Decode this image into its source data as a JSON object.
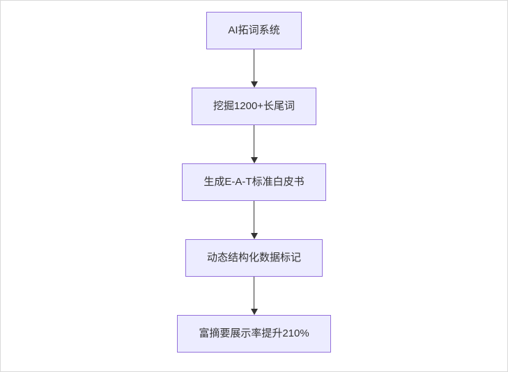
{
  "diagram": {
    "type": "flowchart",
    "direction": "top-down",
    "nodes": [
      {
        "label": "AI拓词系统"
      },
      {
        "label": "挖掘1200+长尾词"
      },
      {
        "label": "生成E-A-T标准白皮书"
      },
      {
        "label": "动态结构化数据标记"
      },
      {
        "label": "富摘要展示率提升210%"
      }
    ],
    "edges": [
      {
        "from": 0,
        "to": 1
      },
      {
        "from": 1,
        "to": 2
      },
      {
        "from": 2,
        "to": 3
      },
      {
        "from": 3,
        "to": 4
      }
    ],
    "colors": {
      "node_fill": "#ECECFF",
      "node_border": "#9370DB",
      "arrow": "#333333",
      "text": "#333333",
      "page_border": "#d9d9d9",
      "background": "#ffffff"
    }
  }
}
